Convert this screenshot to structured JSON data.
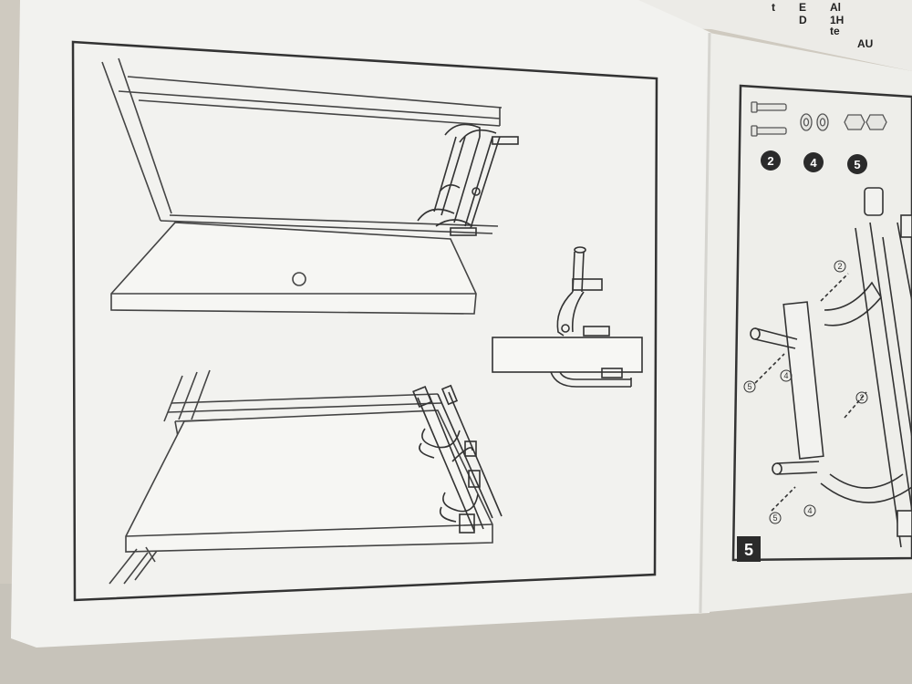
{
  "step_number": "5",
  "callouts": {
    "screw": "2",
    "washer": "4",
    "nut": "5"
  },
  "edge_text_fragments": [
    "t",
    "E",
    "D",
    "Al",
    "1H",
    "te",
    "AU"
  ],
  "colors": {
    "paper": "#f2f2ef",
    "line": "#3a3a3a",
    "badge": "#2b2b2b",
    "table": "#c9c6bd"
  }
}
